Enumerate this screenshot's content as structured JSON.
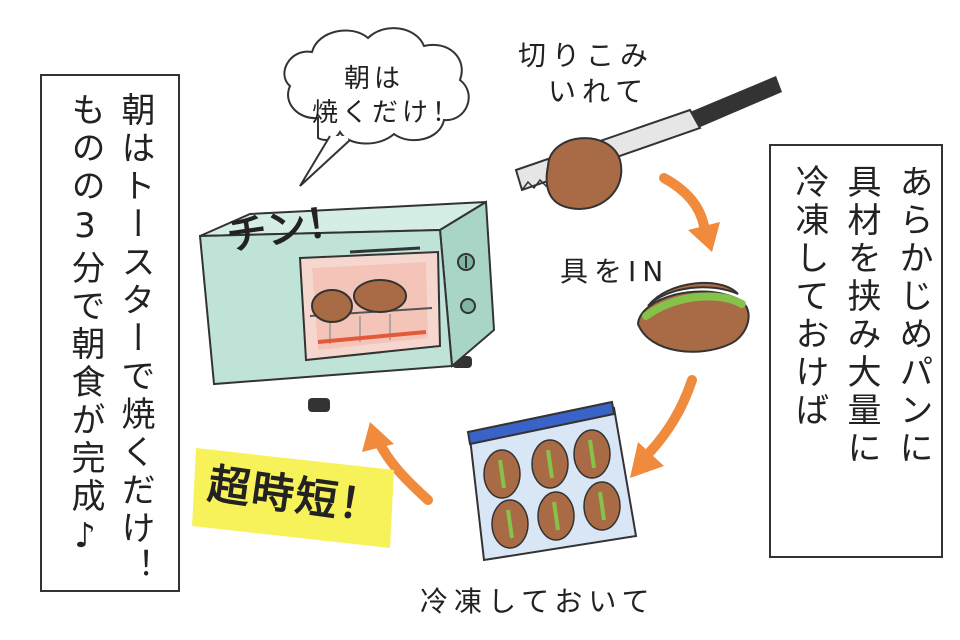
{
  "left_box": {
    "lines": [
      "朝はトースターで焼くだけ！",
      "ものの3分で朝食が完成♪"
    ]
  },
  "right_box": {
    "lines": [
      "あらかじめパンに",
      "具材を挟み大量に",
      "冷凍しておけば"
    ]
  },
  "speech_bubble": {
    "line1": "朝は",
    "line2": "焼くだけ！"
  },
  "chin_sfx": "チン！",
  "step_cut": {
    "line1": "切りこみ",
    "line2": "いれて"
  },
  "step_fill": "具をIN",
  "step_freeze": "冷凍しておいて",
  "super_quick": "超時短！",
  "colors": {
    "toaster": "#bfe3d6",
    "toaster_dark": "#8fc2b0",
    "bread": "#a86b45",
    "arrow": "#f08a3c",
    "highlight": "#f7f25a",
    "bag_top": "#3a63c9",
    "lettuce": "#86c24a"
  }
}
